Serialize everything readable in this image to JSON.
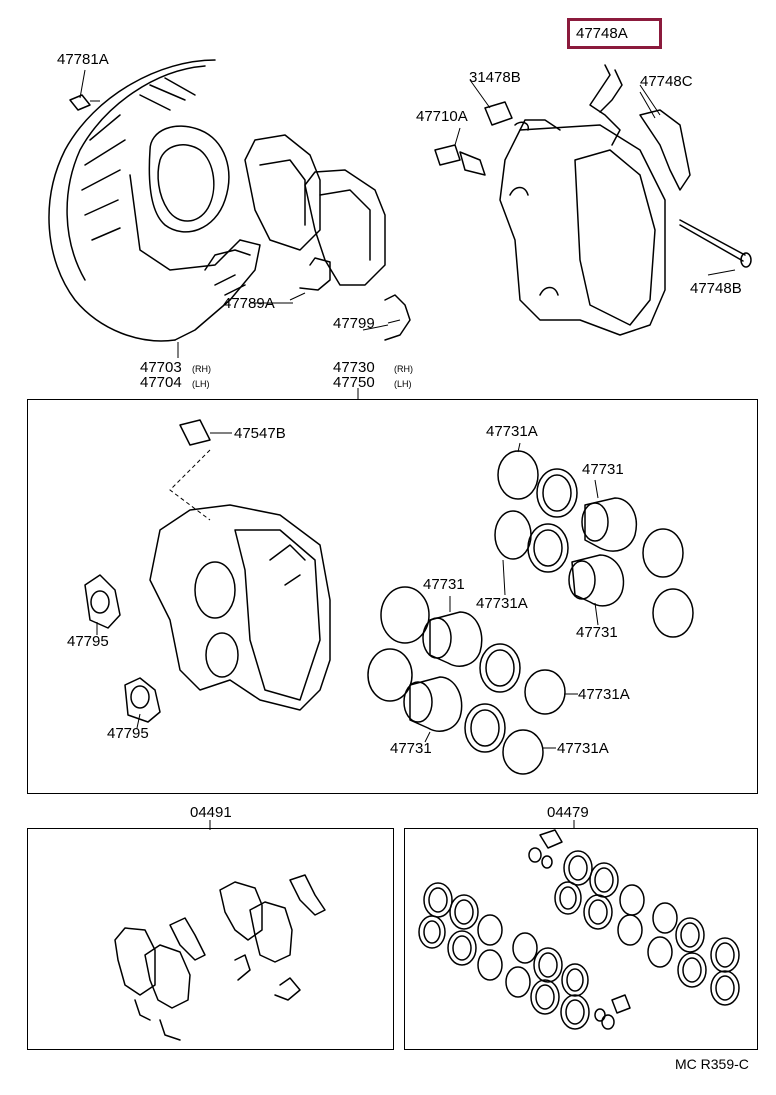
{
  "labels": {
    "p47781A": "47781A",
    "p47748A": "47748A",
    "p31478B": "31478B",
    "p47748C": "47748C",
    "p47710A": "47710A",
    "p47748B": "47748B",
    "p47789A": "47789A",
    "p47799": "47799",
    "p47703": "47703",
    "p47704": "47704",
    "p47730": "47730",
    "p47750": "47750",
    "p47547B": "47547B",
    "p47731A_1": "47731A",
    "p47731_1": "47731",
    "p47731_2": "47731",
    "p47731A_2": "47731A",
    "p47731_3": "47731",
    "p47795_1": "47795",
    "p47795_2": "47795",
    "p47731A_3": "47731A",
    "p47731_4": "47731",
    "p47731A_4": "47731A",
    "p04491": "04491",
    "p04479": "04479",
    "ref": "MC R359-C"
  },
  "suffix": {
    "rh1": "(RH)",
    "lh1": "(LH)",
    "rh2": "(RH)",
    "lh2": "(LH)"
  },
  "highlight_color": "#8b1a3c"
}
